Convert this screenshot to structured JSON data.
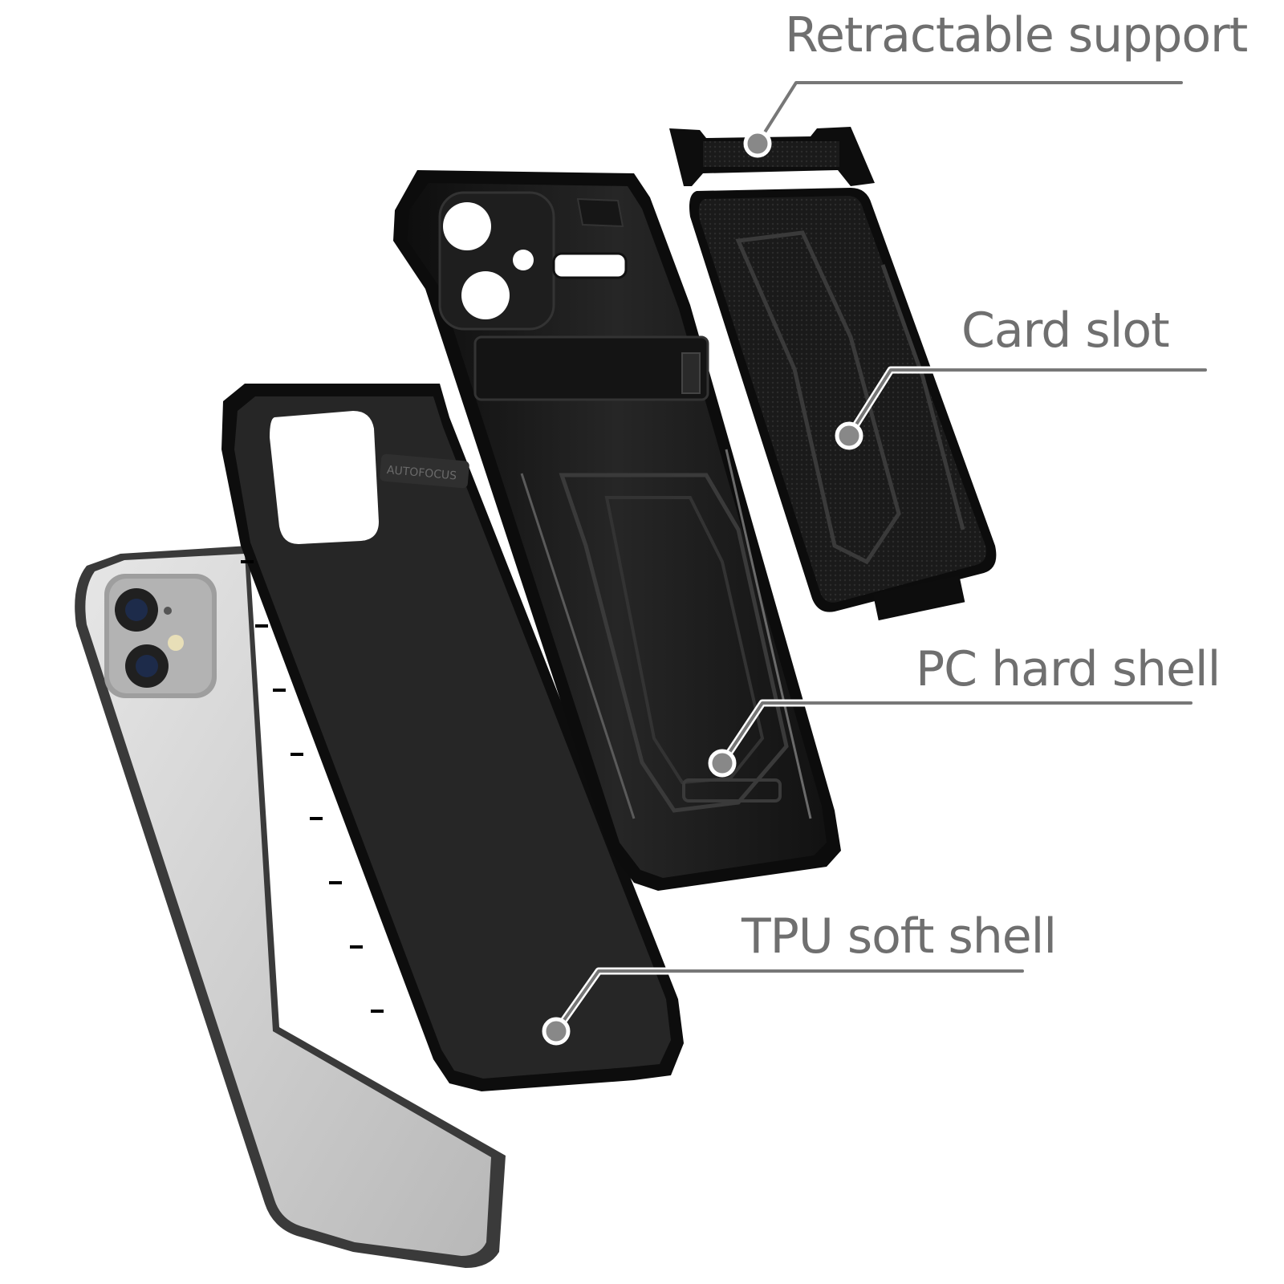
{
  "callouts": {
    "retractable_support": "Retractable support",
    "card_slot": "Card slot",
    "pc_hard_shell": "PC hard shell",
    "tpu_soft_shell": "TPU soft shell"
  },
  "embossed_text": {
    "autofocus": "AUTOFOCUS"
  },
  "colors": {
    "label_text": "#6f6f6f",
    "leader_line": "#777777",
    "case_black": "#1b1b1b",
    "phone_silver": "#c9c9c9",
    "background": "#ffffff"
  }
}
